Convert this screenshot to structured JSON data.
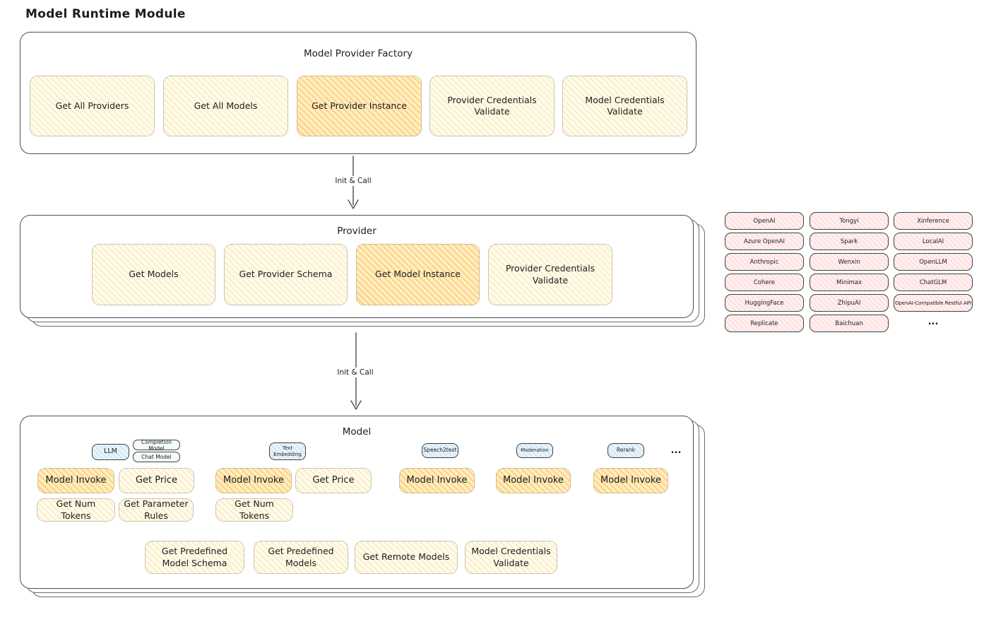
{
  "page": {
    "title": "Model Runtime Module"
  },
  "factory": {
    "title": "Model Provider Factory",
    "items": [
      "Get All Providers",
      "Get All Models",
      "Get Provider Instance",
      "Provider Credentials Validate",
      "Model Credentials Validate"
    ]
  },
  "arrows": {
    "factory_to_provider": "Init & Call",
    "provider_to_model": "Init & Call"
  },
  "provider": {
    "title": "Provider",
    "items": [
      "Get Models",
      "Get Provider Schema",
      "Get Model Instance",
      "Provider Credentials Validate"
    ]
  },
  "provider_list": {
    "col1": [
      "OpenAI",
      "Azure OpenAI",
      "Anthropic",
      "Cohere",
      "HuggingFace",
      "Replicate"
    ],
    "col2": [
      "Tongyi",
      "Spark",
      "Wenxin",
      "Minimax",
      "ZhipuAI",
      "Baichuan"
    ],
    "col3": [
      "Xinference",
      "LocalAI",
      "OpenLLM",
      "ChatGLM",
      "OpenAI-Compatible Restful API"
    ],
    "more": "..."
  },
  "model": {
    "title": "Model",
    "types": {
      "llm": "LLM",
      "completion_model": "Completion Model",
      "chat_model": "Chat Model",
      "text_embedding": "Text Embedding",
      "speech2text": "Speech2text",
      "moderation": "Moderation",
      "rerank": "Rerank",
      "more": "..."
    },
    "ops": {
      "model_invoke": "Model Invoke",
      "get_price": "Get Price",
      "get_num_tokens": "Get Num Tokens",
      "get_parameter_rules": "Get Parameter Rules"
    },
    "common_ops": [
      "Get Predefined Model Schema",
      "Get Predefined Models",
      "Get Remote Models",
      "Model Credentials Validate"
    ]
  },
  "colors": {
    "highlight_fill": "#ffedc0",
    "yellow_fill": "#fffbea",
    "pink_fill": "#fff0f0",
    "blue_fill": "#e9f4fc"
  }
}
